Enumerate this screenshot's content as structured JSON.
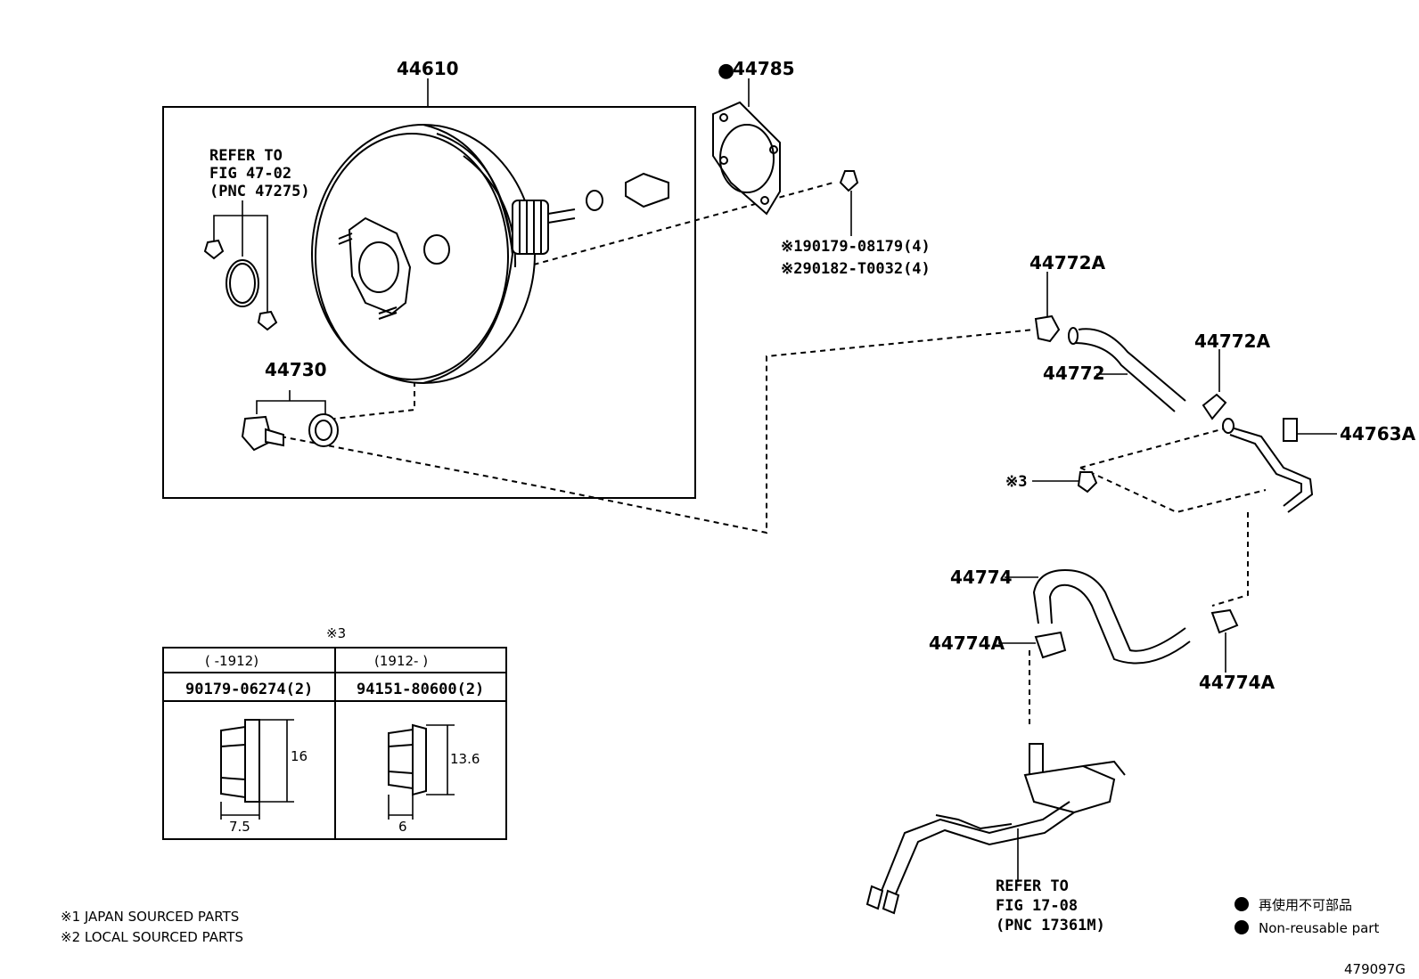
{
  "labels": {
    "booster": "44610",
    "gasket": "44785",
    "gasket_marker": "●",
    "check_valve": "44730",
    "note1": "※190179-08179(4)",
    "note2": "※290182-T0032(4)",
    "refer_top": [
      "REFER TO",
      "FIG 47-02",
      "(PNC 47275)"
    ],
    "clamp_a1": "44772A",
    "hose_44772": "44772",
    "clamp_a2": "44772A",
    "pipe": "44763A",
    "nut_ref": "※3",
    "hose_44774": "44774",
    "clamp_b1": "44774A",
    "clamp_b2": "44774A",
    "refer_bottom": [
      "REFER TO",
      "FIG 17-08",
      "(PNC 17361M)"
    ]
  },
  "table": {
    "title": "※3",
    "col1_range": "(     -1912)",
    "col2_range": "(1912-     )",
    "col1_part": "90179-06274(2)",
    "col2_part": "94151-80600(2)",
    "col1_height": "16",
    "col1_width": "7.5",
    "col2_height": "13.6",
    "col2_width": "6"
  },
  "legend": {
    "item1": "再使用不可部品",
    "item2": "Non-reusable part"
  },
  "footnotes": {
    "note1": "※1 JAPAN SOURCED PARTS",
    "note2": "※2 LOCAL SOURCED PARTS"
  },
  "figure_id": "479097G"
}
